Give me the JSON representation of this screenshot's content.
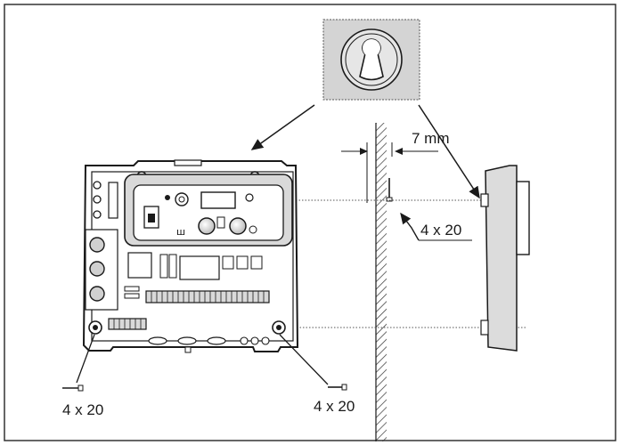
{
  "labels": {
    "gap": "7 mm",
    "screw_wall": "4 x 20",
    "screw_left": "4 x 20",
    "screw_right": "4 x 20"
  },
  "colors": {
    "line": "#1a1a1a",
    "device_fill": "#ffffff",
    "panel_fill": "#d9d9d9",
    "keyhole_bg": "#d4d4d4",
    "side_fill": "#e0e0e0"
  },
  "icons": [
    "keyhole-icon",
    "screw-icon",
    "wall-hatch"
  ]
}
